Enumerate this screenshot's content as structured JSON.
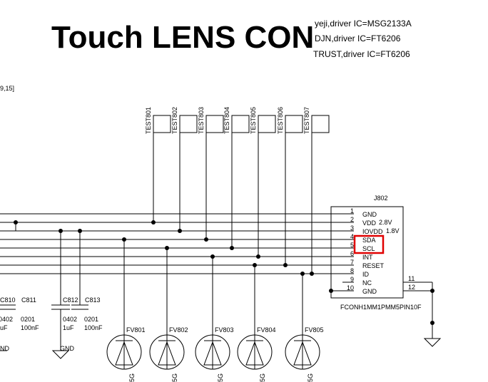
{
  "title": "Touch LENS CON",
  "notes": [
    "yeji,driver IC=MSG2133A",
    "DJN,driver IC=FT6206",
    "TRUST,driver IC=FT6206"
  ],
  "sheet_ref": "9,15]",
  "test_points": [
    "TEST801",
    "TEST802",
    "TEST803",
    "TEST804",
    "TEST805",
    "TEST806",
    "TEST807"
  ],
  "connector": {
    "ref": "J802",
    "part": "FCONH1MM1PMM5PIN10F",
    "pins": [
      {
        "num": "1",
        "name": "GND"
      },
      {
        "num": "2",
        "name": "VDD",
        "extra": "2.8V"
      },
      {
        "num": "3",
        "name": "IOVDD",
        "extra": "1.8V"
      },
      {
        "num": "4",
        "name": "SDA"
      },
      {
        "num": "5",
        "name": "SCL"
      },
      {
        "num": "6",
        "name": "INT"
      },
      {
        "num": "7",
        "name": "RESET"
      },
      {
        "num": "8",
        "name": "ID"
      },
      {
        "num": "9",
        "name": "NC"
      },
      {
        "num": "10",
        "name": "GND"
      }
    ],
    "extra_pins": [
      "11",
      "12"
    ]
  },
  "capacitors": [
    {
      "ref": "C810",
      "size": "",
      "value": "uF"
    },
    {
      "ref": "C811",
      "size": "0201",
      "value": "100nF"
    },
    {
      "ref": "C812",
      "size": "0402",
      "value": "1uF"
    },
    {
      "ref": "C813",
      "size": "0201",
      "value": "100nF"
    }
  ],
  "c810_size": "0402",
  "gnd_labels": [
    "ND",
    "GND"
  ],
  "tvs": [
    "FV801",
    "FV802",
    "FV803",
    "FV804",
    "FV805"
  ],
  "tvs_suffix": "5G",
  "highlight_color": "#e00000"
}
